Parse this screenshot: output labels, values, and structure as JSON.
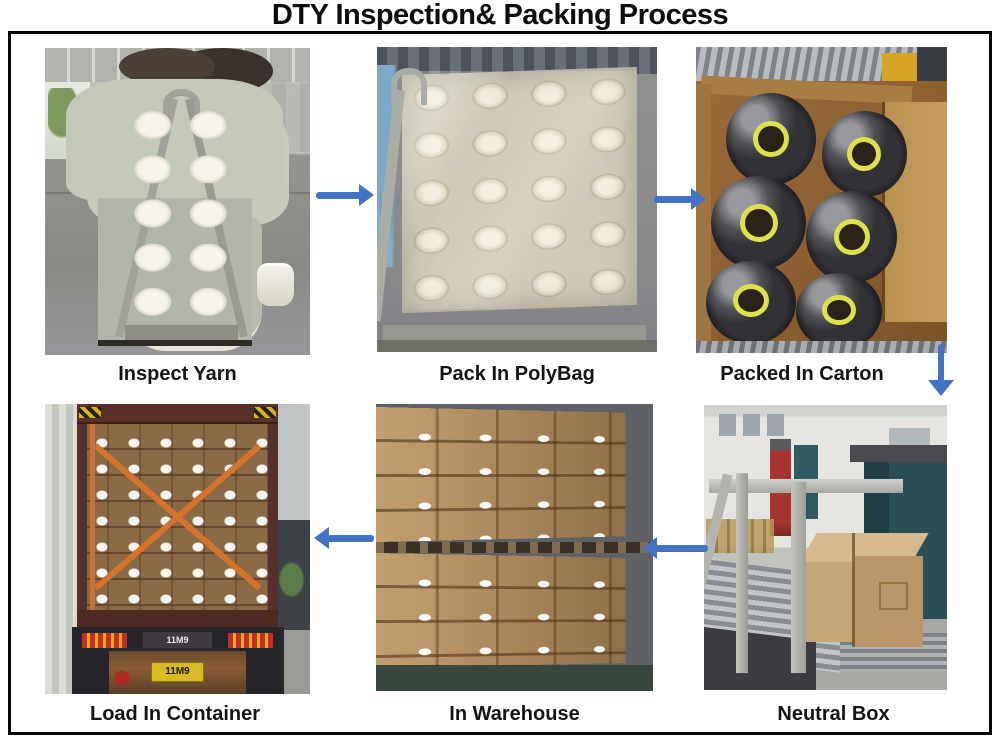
{
  "title": "DTY Inspection& Packing Process",
  "colors": {
    "arrow_blue": "#4472C4",
    "frame_border": "#000000",
    "carton_tan": "#b08c5c",
    "strap_orange": "#d4742c",
    "bobbin_core_yellow": "#dde24c"
  },
  "steps": {
    "step1": "Inspect Yarn",
    "step2": "Pack In PolyBag",
    "step3": "Packed In Carton",
    "step4": "Neutral Box",
    "step5": "In Warehouse",
    "step6": "Load In Container"
  },
  "flow_order": [
    "Inspect Yarn",
    "Pack In PolyBag",
    "Packed In Carton",
    "Neutral Box",
    "In Warehouse",
    "Load In Container"
  ],
  "photos": {
    "load_in_container": {
      "bumper_plate": "11M9",
      "license_plate": "11M9"
    }
  }
}
